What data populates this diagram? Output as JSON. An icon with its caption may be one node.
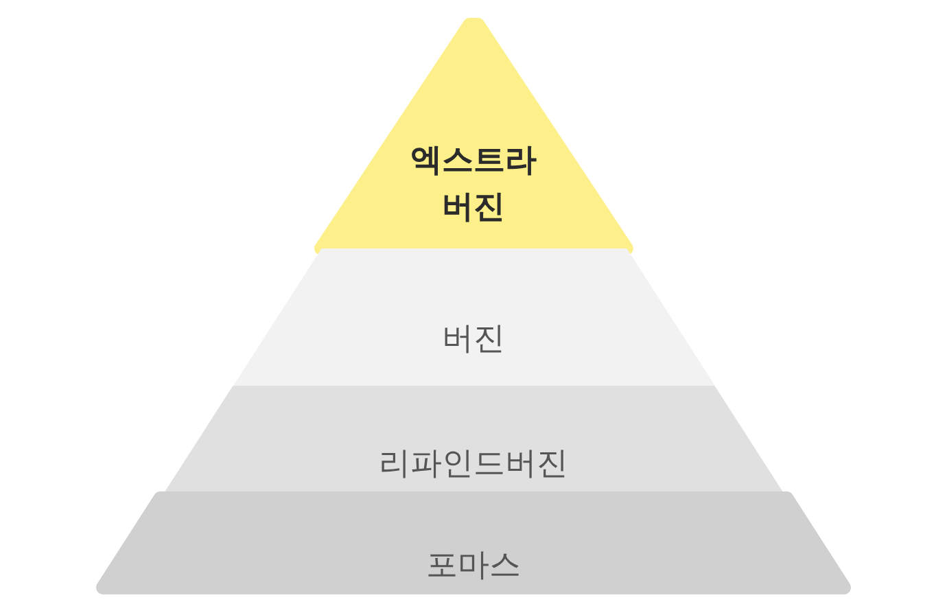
{
  "diagram": {
    "nodes": [
      {
        "text": [
          "엑스트라 버진"
        ]
      },
      {
        "text": [
          "버진"
        ]
      },
      {
        "text": [
          "리파인드버진"
        ]
      },
      {
        "text": [
          "포마스"
        ]
      }
    ]
  }
}
